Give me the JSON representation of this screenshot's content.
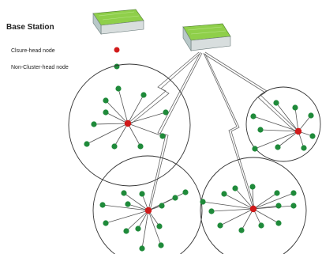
{
  "legend": {
    "base_station_label": "Base Station",
    "cluster_head_label": "Clsure-head node",
    "non_cluster_head_label": "Non-Cluster-head node"
  },
  "colors": {
    "cluster_head": "#d11a1a",
    "non_cluster_head": "#1f8a3a",
    "base_station_top": "#8fcf4a",
    "base_station_side": "#d8dede"
  },
  "icons": {
    "base_station": "base-station-icon",
    "cluster_head": "cluster-head-node-icon",
    "non_cluster_head": "non-cluster-head-node-icon"
  },
  "diagram": {
    "clusters": [
      {
        "id": "upper-left",
        "members": 10
      },
      {
        "id": "upper-right",
        "members": 9
      },
      {
        "id": "lower-left",
        "members": 13
      },
      {
        "id": "lower-right",
        "members": 13
      }
    ]
  }
}
